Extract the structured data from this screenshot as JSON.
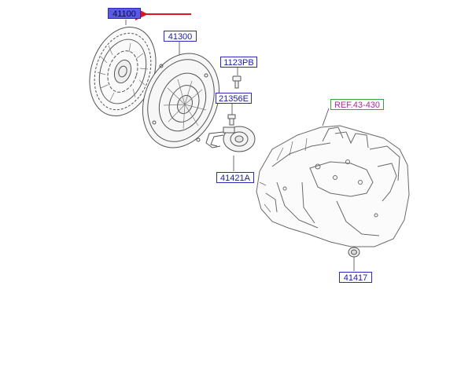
{
  "diagram": {
    "callouts": {
      "clutch_disc": "41100",
      "clutch_cover": "41300",
      "bolt": "1123PB",
      "bleeder": "21356E",
      "release_cylinder": "41421A",
      "reference": "REF.43-430",
      "plug": "41417"
    },
    "colors": {
      "callout_text": "#1a1aa8",
      "callout_border": "#2b2bbf",
      "selected_fill": "#5a5ae6",
      "reference_text": "#b0279b",
      "reference_border": "#39a33a",
      "arrow": "#e0141e",
      "line_art": "#555555"
    },
    "selected_callout": "clutch_disc"
  }
}
